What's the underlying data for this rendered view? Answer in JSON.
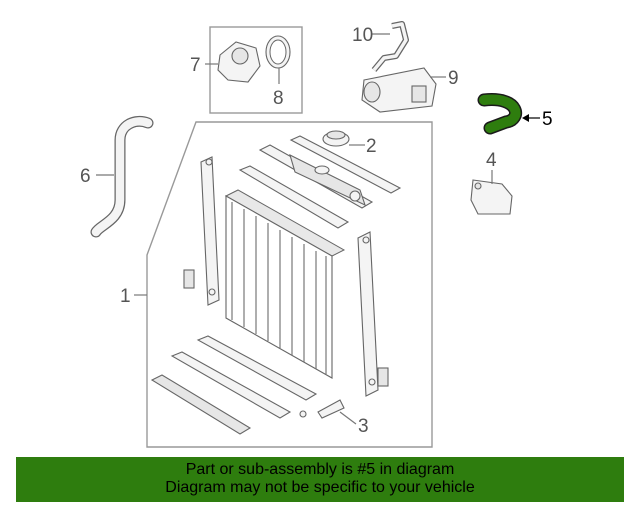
{
  "callouts": {
    "c1": "1",
    "c2": "2",
    "c3": "3",
    "c4": "4",
    "c5": "5",
    "c6": "6",
    "c7": "7",
    "c8": "8",
    "c9": "9",
    "c10": "10"
  },
  "highlight_color": "#2e7d0e",
  "banner": {
    "line1": "Part or sub-assembly is #5 in diagram",
    "line2": "Diagram may not be specific to your vehicle"
  }
}
